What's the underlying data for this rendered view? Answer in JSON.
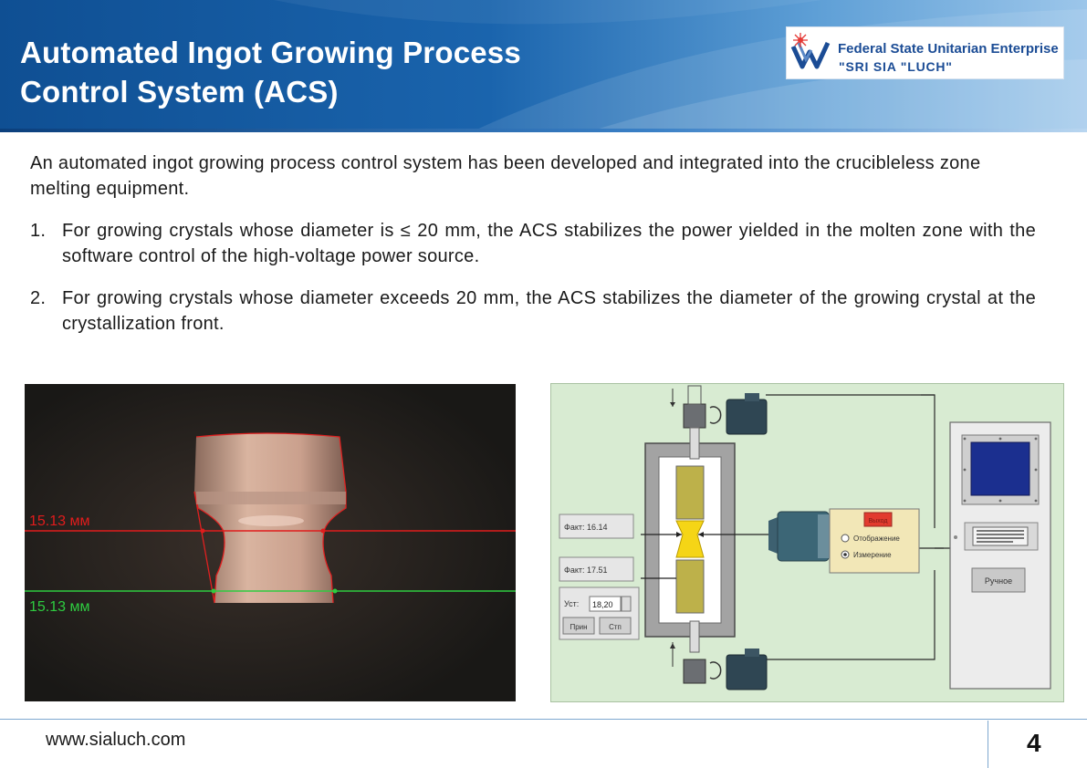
{
  "header": {
    "title_line1": "Automated Ingot Growing Process",
    "title_line2": "Control System (ACS)"
  },
  "logo": {
    "line1": "Federal State Unitarian Enterprise",
    "line2": "\"SRI SIA \"LUCH\"",
    "icon": "luch-logo-mark"
  },
  "body": {
    "intro": "An automated ingot growing process control system has been developed and integrated into the crucibleless zone melting equipment.",
    "items": [
      {
        "num": "1.",
        "text": "For growing crystals whose diameter is ≤ 20 mm, the ACS stabilizes the power yielded in the molten zone with the software control of the high-voltage power source."
      },
      {
        "num": "2.",
        "text": "For growing crystals whose diameter exceeds 20 mm, the ACS stabilizes the diameter of the growing crystal at the crystallization front."
      }
    ]
  },
  "photo": {
    "red_label": "15.13 мм",
    "green_label": "15.13 мм",
    "colors": {
      "red_line": "#e01c1c",
      "green_line": "#2ecc40"
    }
  },
  "diagram": {
    "fact1": "Факт: 16.14",
    "fact2": "Факт: 17.51",
    "setpoint_label": "Уст:",
    "setpoint_value": "18,20",
    "btn_apply": "Прин",
    "btn_stop": "Стп",
    "btn_exit": "Выход",
    "radio_display": "Отображение",
    "radio_measure": "Измерение",
    "btn_manual": "Ручное"
  },
  "footer": {
    "url": "www.sialuch.com",
    "page": "4"
  }
}
